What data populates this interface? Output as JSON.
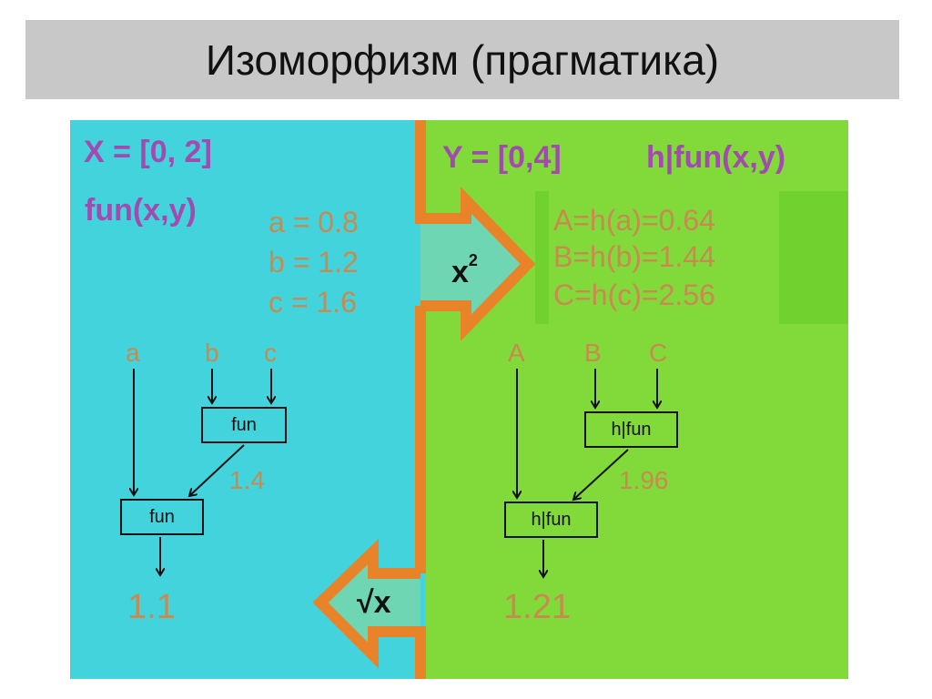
{
  "title": "Изоморфизм (прагматика)",
  "left": {
    "domain": "X = [0, 2]",
    "function": "fun(x,y)",
    "params": [
      "a = 0.8",
      "b = 1.2",
      "c = 1.6"
    ],
    "inputs": [
      "a",
      "b",
      "c"
    ],
    "node_label": "fun",
    "intermediate": "1.4",
    "result": "1.1"
  },
  "right": {
    "domain": "Y = [0,4]",
    "function": "h|fun(x,y)",
    "params": [
      "A=h(a)=0.64",
      "B=h(b)=1.44",
      "C=h(c)=2.56"
    ],
    "inputs": [
      "A",
      "B",
      "C"
    ],
    "node_label": "h|fun",
    "intermediate": "1.96",
    "result": "1.21"
  },
  "arrows": {
    "forward_label": "x",
    "forward_exp": "2",
    "backward_label": "√x"
  },
  "colors": {
    "left_bg": "#42d3dc",
    "right_bg": "#82d93a",
    "arrow": "#e8832a",
    "header_text": "#a24ab0",
    "value_text": "#c98a4f"
  }
}
